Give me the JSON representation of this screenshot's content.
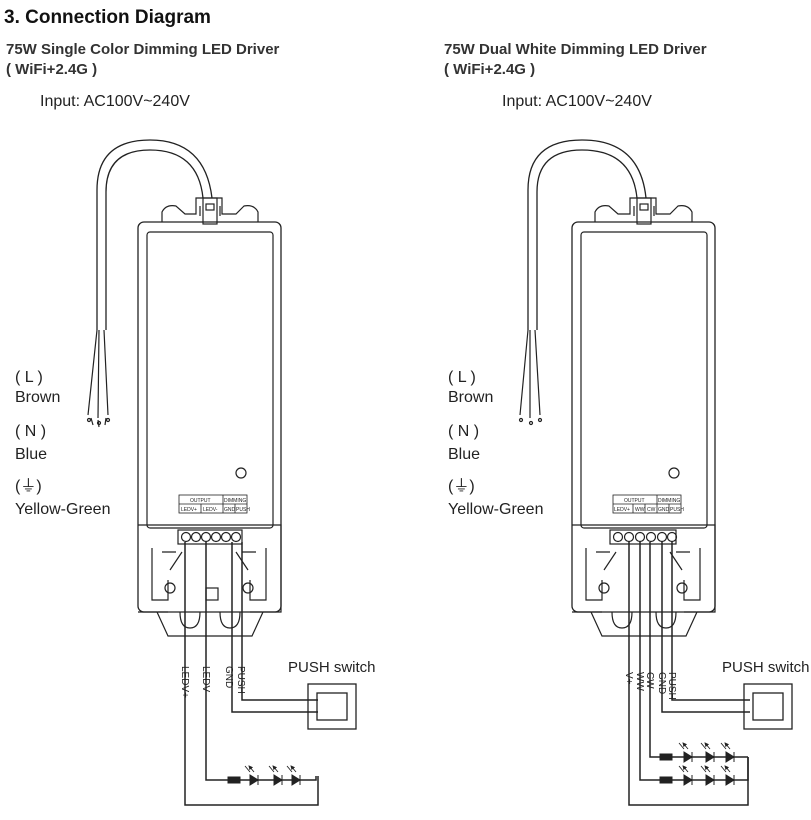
{
  "section_title": "3. Connection Diagram",
  "left": {
    "title_line1": "75W Single Color Dimming LED Driver",
    "title_line2": "( WiFi+2.4G )",
    "input": "Input: AC100V~240V",
    "wire_l": "( L )",
    "wire_l_name": "Brown",
    "wire_n": "( N )",
    "wire_n_name": "Blue",
    "wire_g": "(⏚)",
    "wire_g_name": "Yellow-Green",
    "output_header": "OUTPUT",
    "dimming_header": "DIMMING",
    "term_1": "LEDV+",
    "term_2": "LEDV-",
    "term_3": "GND",
    "term_4": "PUSH",
    "wire_label_1": "LEDV+",
    "wire_label_2": "LEDV-",
    "wire_label_3": "GND",
    "wire_label_4": "PUSH",
    "push_switch": "PUSH switch"
  },
  "right": {
    "title_line1": "75W Dual White Dimming LED Driver",
    "title_line2": "( WiFi+2.4G )",
    "input": "Input: AC100V~240V",
    "wire_l": "( L )",
    "wire_l_name": "Brown",
    "wire_n": "( N )",
    "wire_n_name": "Blue",
    "wire_g": "(⏚)",
    "wire_g_name": "Yellow-Green",
    "output_header": "OUTPUT",
    "dimming_header": "DIMMING",
    "term_1": "LEDV+",
    "term_2": "WW",
    "term_3": "CW",
    "term_4": "GND",
    "term_5": "PUSH",
    "wire_label_1": "V+",
    "wire_label_2": "WW",
    "wire_label_3": "CW",
    "wire_label_4": "GND",
    "wire_label_5": "PUSH",
    "push_switch": "PUSH switch"
  }
}
